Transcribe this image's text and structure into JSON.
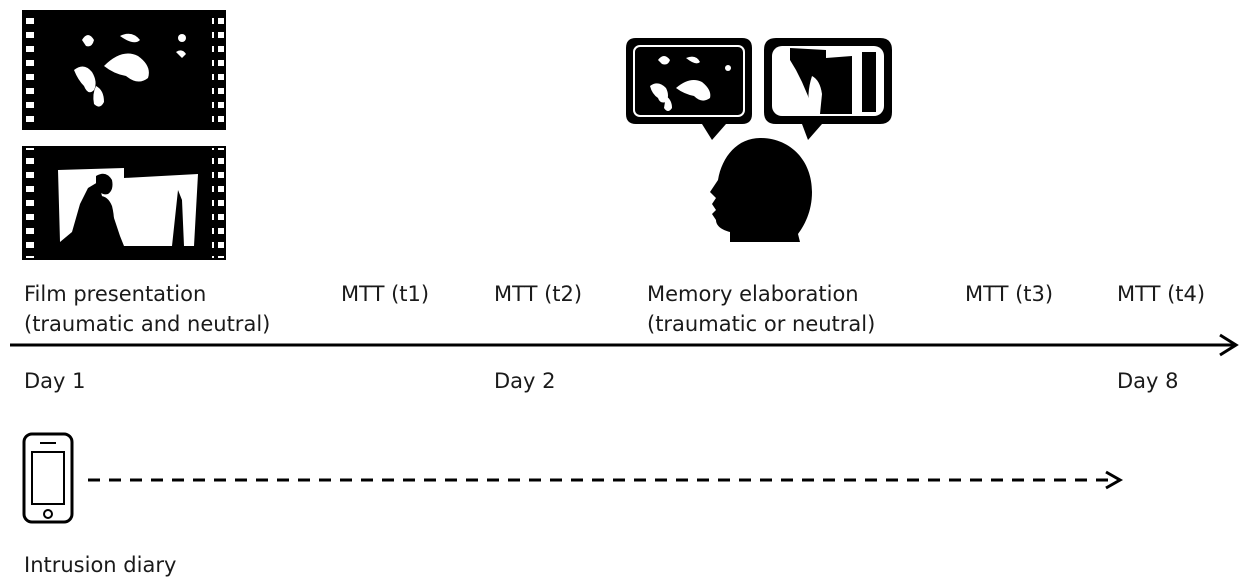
{
  "timeline": {
    "events": [
      {
        "line1": "Film presentation",
        "line2": "(traumatic and neutral)"
      },
      {
        "line1": "MTT (t1)"
      },
      {
        "line1": "MTT (t2)"
      },
      {
        "line1": "Memory elaboration",
        "line2": "(traumatic or neutral)"
      },
      {
        "line1": "MTT (t3)"
      },
      {
        "line1": "MTT (t4)"
      }
    ],
    "days": [
      "Day 1",
      "Day 2",
      "Day 8"
    ]
  },
  "diary": {
    "label": "Intrusion diary"
  },
  "icons": {
    "film_strip_1": "film-strip-icon",
    "film_strip_2": "film-strip-icon",
    "speech_bubble_1": "speech-bubble-icon",
    "speech_bubble_2": "speech-bubble-icon",
    "head": "head-silhouette-icon",
    "phone": "smartphone-icon"
  }
}
